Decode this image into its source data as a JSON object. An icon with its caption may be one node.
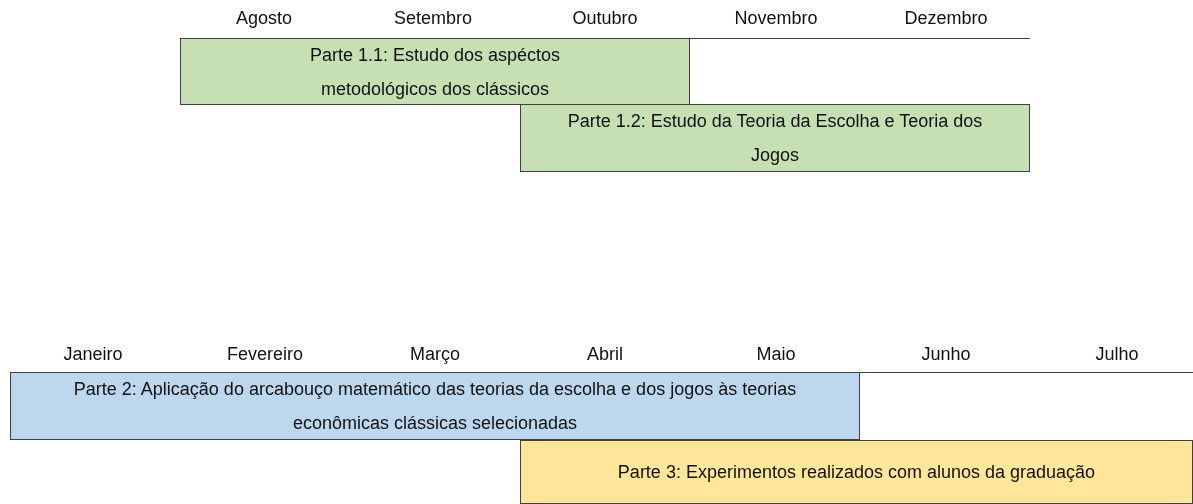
{
  "diagram": {
    "nodes": [
      {
        "text": [
          "Parte 1.1: Estudo dos aspéctos metodológicos dos clássicos"
        ]
      },
      {
        "text": [
          "Parte 1.2: Estudo da Teoria da Escolha e Teoria dos Jogos"
        ]
      },
      {
        "text": [
          "Parte 2: Aplicação do arcabouço matemático das teorias da escolha e dos jogos às teorias econômicas clássicas selecionadas"
        ]
      },
      {
        "text": [
          "Parte 3: Experimentos realizados com alunos da graduação"
        ]
      }
    ],
    "labels": [
      "Agosto",
      "Setembro",
      "Outubro",
      "Novembro",
      "Dezembro",
      "Janeiro",
      "Fevereiro",
      "Março",
      "Abril",
      "Maio",
      "Junho",
      "Julho"
    ]
  }
}
